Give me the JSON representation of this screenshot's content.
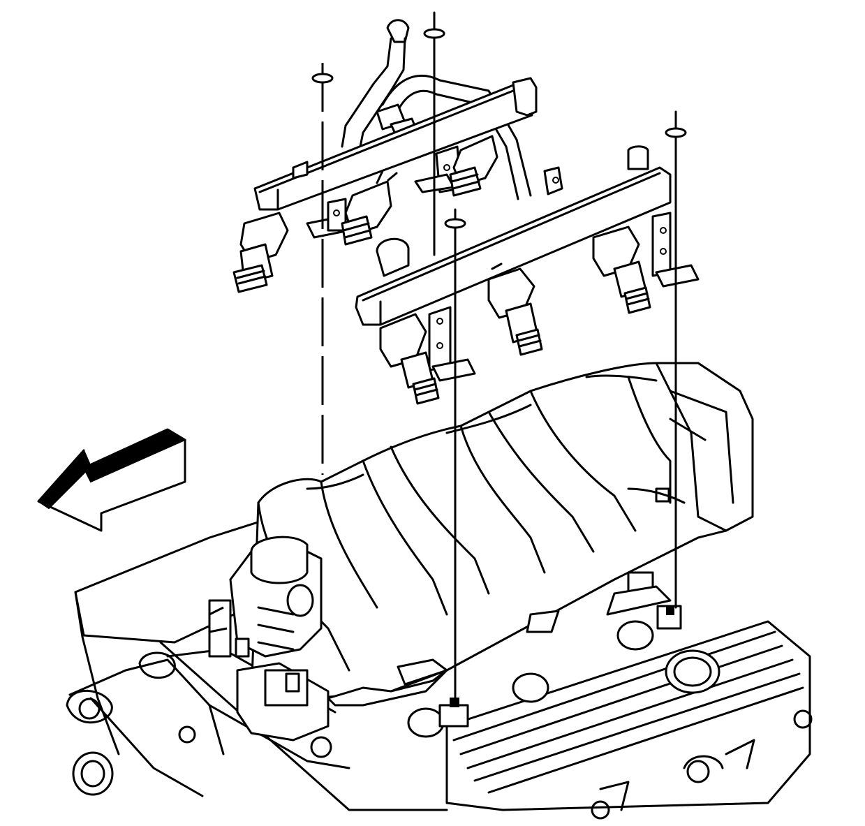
{
  "figure": {
    "colors": {
      "line": "#000000",
      "background": "#ffffff"
    },
    "components": [
      "fuel-rail-left",
      "fuel-rail-right",
      "fuel-crossover-tube",
      "fuel-injector",
      "intake-manifold",
      "fuel-rail-bolt",
      "front-direction-arrow"
    ],
    "front_arrow": {
      "icon": "arrow-left-icon"
    }
  }
}
